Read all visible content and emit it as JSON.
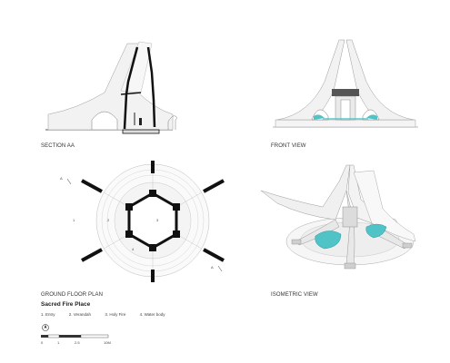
{
  "views": {
    "section_label": "SECTION AA",
    "front_label": "FRONT VIEW",
    "plan_label": "GROUND FLOOR PLAN",
    "isometric_label": "ISOMETRIC VIEW"
  },
  "project_title": "Sacred Fire Place",
  "legend": [
    "1. Entry",
    "2. Verandah",
    "3. Holy Fire",
    "4. Water body"
  ],
  "plan_numbers": [
    "1",
    "2",
    "3",
    "4"
  ],
  "section_marker": "A",
  "scale_bar": {
    "ticks": [
      "0",
      "1",
      "2.5",
      "10M"
    ]
  },
  "colors": {
    "wall": "#111111",
    "surface": "#f1f1f1",
    "water": "#4fc3c6",
    "line": "#888888"
  }
}
